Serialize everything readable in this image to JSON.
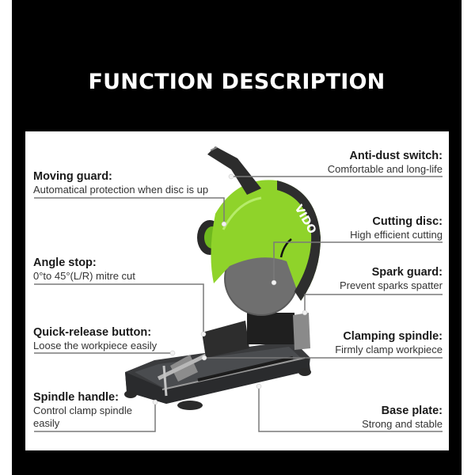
{
  "title": "FUNCTION DESCRIPTION",
  "product": {
    "brand": "VIDO",
    "type": "cut-off saw",
    "accent_color": "#8fd32a"
  },
  "features_left": [
    {
      "heading": "Moving guard:",
      "desc": "Automatical protection when disc is up"
    },
    {
      "heading": "Angle stop:",
      "desc": "0°to 45°(L/R) mitre cut"
    },
    {
      "heading": "Quick-release button:",
      "desc": "Loose the workpiece easily"
    },
    {
      "heading": "Spindle handle:",
      "desc": "Control clamp spindle",
      "desc2": "easily"
    }
  ],
  "features_right": [
    {
      "heading": "Anti-dust switch:",
      "desc": "Comfortable and long-life"
    },
    {
      "heading": "Cutting disc:",
      "desc": "High efficient cutting"
    },
    {
      "heading": "Spark guard:",
      "desc": "Prevent sparks spatter"
    },
    {
      "heading": "Clamping spindle:",
      "desc": "Firmly clamp workpiece"
    },
    {
      "heading": "Base plate:",
      "desc": "Strong and stable"
    }
  ]
}
